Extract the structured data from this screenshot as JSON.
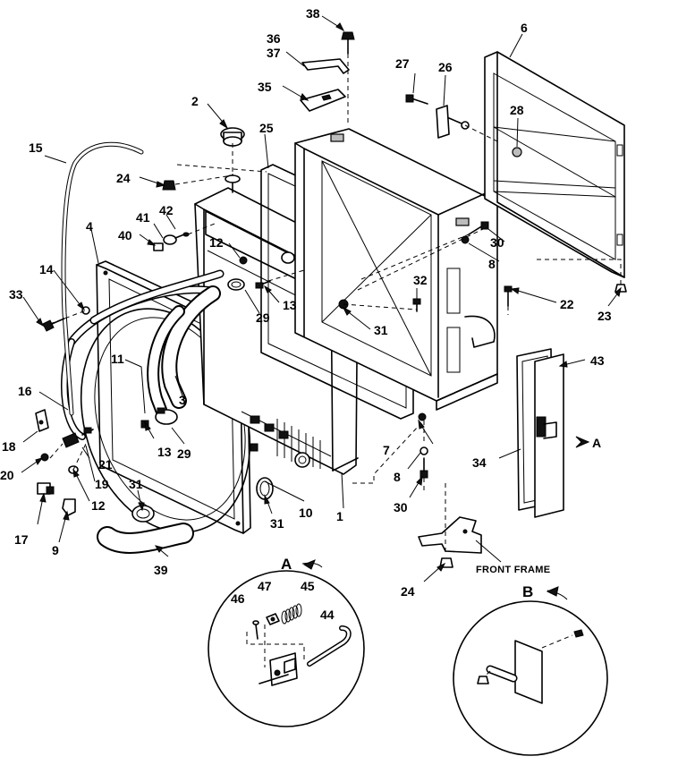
{
  "diagram": {
    "part_labels": [
      "1",
      "2",
      "3",
      "4",
      "6",
      "7",
      "8",
      "8",
      "9",
      "10",
      "11",
      "12",
      "12",
      "13",
      "13",
      "14",
      "15",
      "16",
      "17",
      "18",
      "19",
      "20",
      "21",
      "22",
      "23",
      "24",
      "24",
      "25",
      "26",
      "27",
      "28",
      "29",
      "29",
      "30",
      "30",
      "31",
      "31",
      "31",
      "32",
      "33",
      "34",
      "35",
      "36",
      "37",
      "38",
      "39",
      "40",
      "41",
      "42",
      "43",
      "44",
      "45",
      "46",
      "47"
    ],
    "view_a_letter": "A",
    "view_b_letter": "B",
    "arrow_letter": "A",
    "front_frame_label": "FRONT FRAME"
  }
}
